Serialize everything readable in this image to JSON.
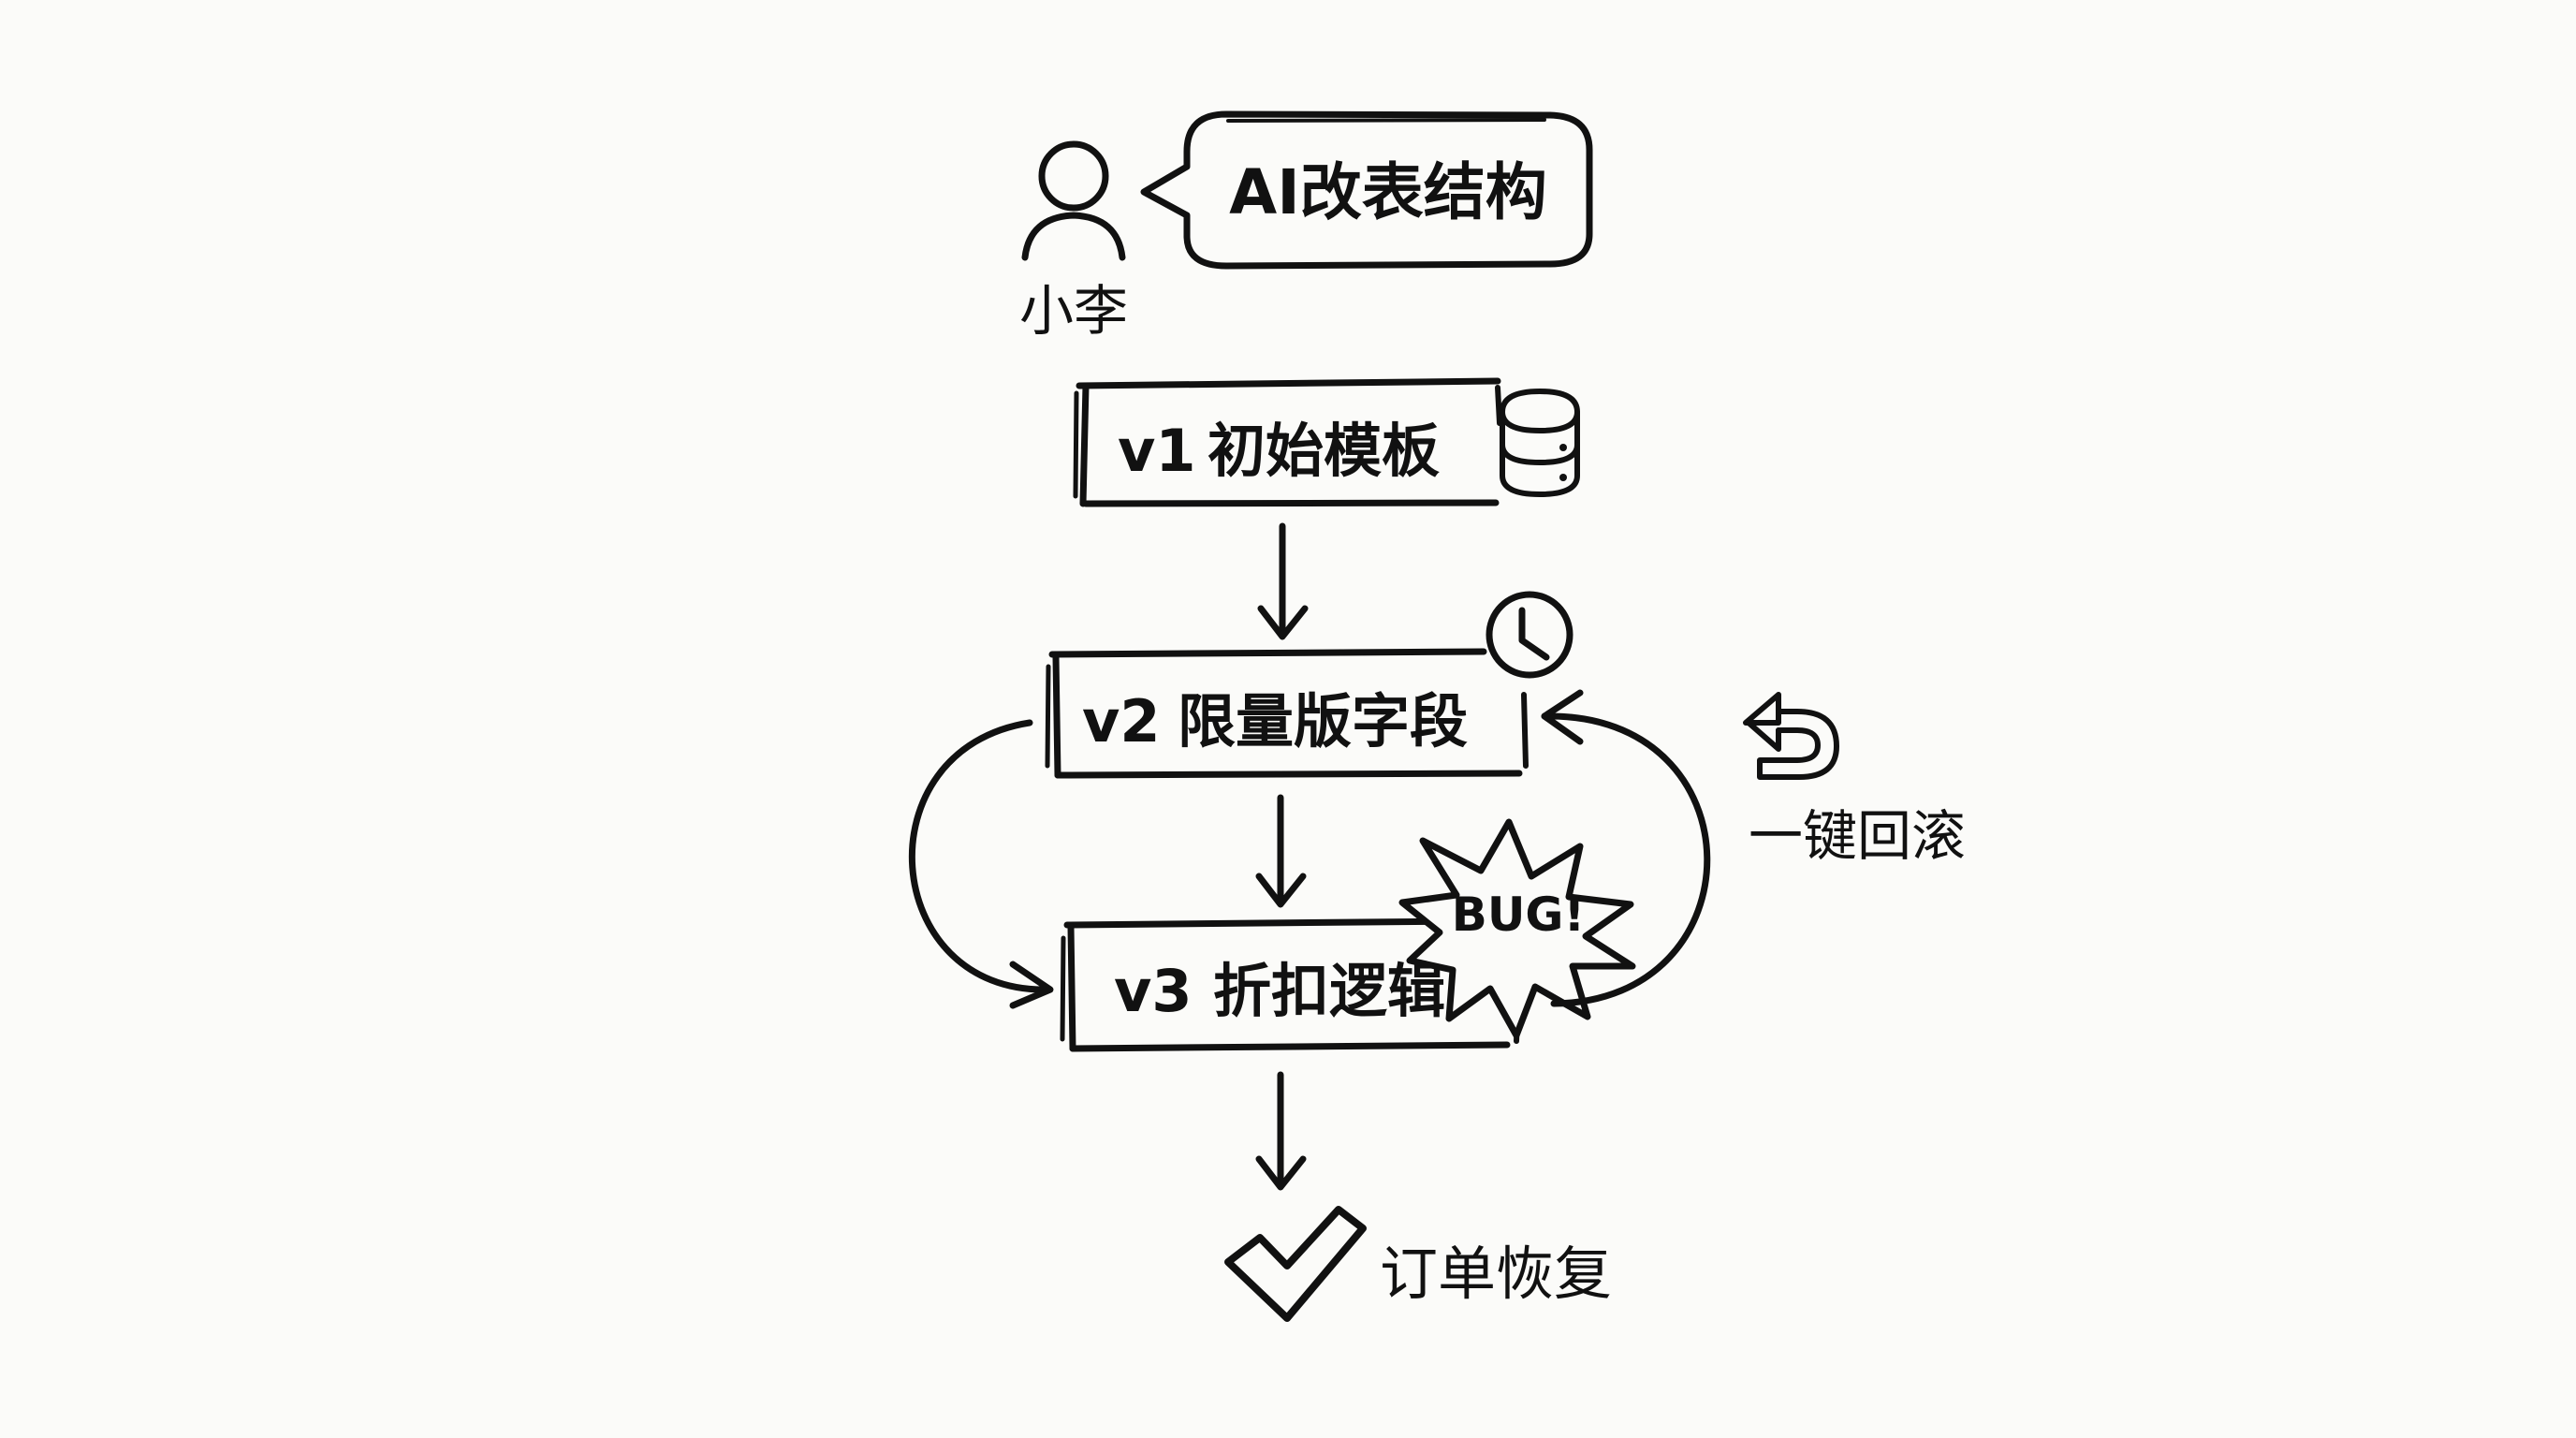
{
  "user": {
    "name": "小李",
    "icon": "person-icon"
  },
  "speech": {
    "text": "AI改表结构"
  },
  "versions": [
    {
      "id": "v1",
      "title": "初始模板",
      "icon": "database-icon"
    },
    {
      "id": "v2",
      "title": "限量版字段",
      "icon": "clock-icon"
    },
    {
      "id": "v3",
      "title": "折扣逻辑",
      "icon": "bug-burst-icon"
    }
  ],
  "bug": {
    "text": "BUG!"
  },
  "rollback": {
    "label": "一键回滚",
    "icon": "undo-arrow-icon"
  },
  "result": {
    "label": "订单恢复",
    "icon": "check-mark-icon"
  },
  "colors": {
    "ink": "#111111",
    "background": "#fbfbf9"
  }
}
